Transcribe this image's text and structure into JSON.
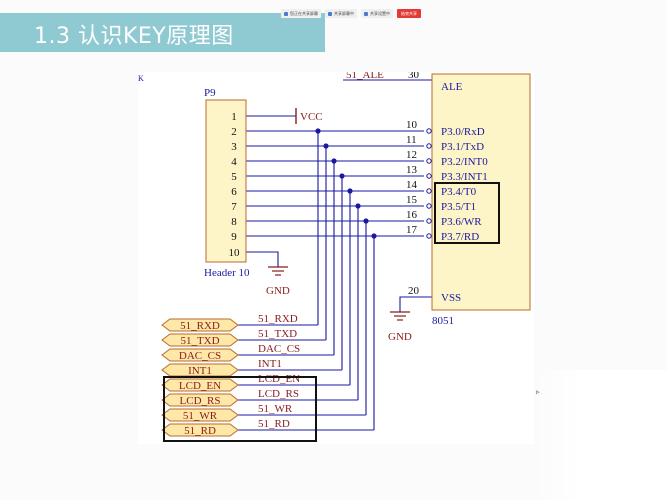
{
  "slide": {
    "title": "1.3 认识KEY原理图"
  },
  "meeting_toolbar": {
    "items": [
      "您正在共享屏幕",
      "共享屏幕中",
      "共享设置中"
    ],
    "end_label": "结束共享"
  },
  "schematic": {
    "connector": {
      "ref": "P9",
      "name": "Header 10",
      "pins": [
        "1",
        "2",
        "3",
        "4",
        "5",
        "6",
        "7",
        "8",
        "9",
        "10"
      ],
      "vcc": "VCC",
      "gnd": "GND"
    },
    "mcu": {
      "name": "8051",
      "ale_label": "ALE",
      "ale_net": "51_ALE",
      "ale_pin": "30",
      "vss_label": "VSS",
      "vss_pin": "20",
      "gnd": "GND",
      "pins": [
        {
          "num": "10",
          "label": "P3.0/RxD"
        },
        {
          "num": "11",
          "label": "P3.1/TxD"
        },
        {
          "num": "12",
          "label": "P3.2/INT0"
        },
        {
          "num": "13",
          "label": "P3.3/INT1"
        },
        {
          "num": "14",
          "label": "P3.4/T0"
        },
        {
          "num": "15",
          "label": "P3.5/T1"
        },
        {
          "num": "16",
          "label": "P3.6/WR"
        },
        {
          "num": "17",
          "label": "P3.7/RD"
        }
      ]
    },
    "ports": [
      "51_RXD",
      "51_TXD",
      "DAC_CS",
      "INT1",
      "LCD_EN",
      "LCD_RS",
      "51_WR",
      "51_RD"
    ],
    "nets": [
      "51_RXD",
      "51_TXD",
      "DAC_CS",
      "INT1",
      "LCD_EN",
      "LCD_RS",
      "51_WR",
      "51_RD"
    ],
    "corner_mark": "K"
  }
}
